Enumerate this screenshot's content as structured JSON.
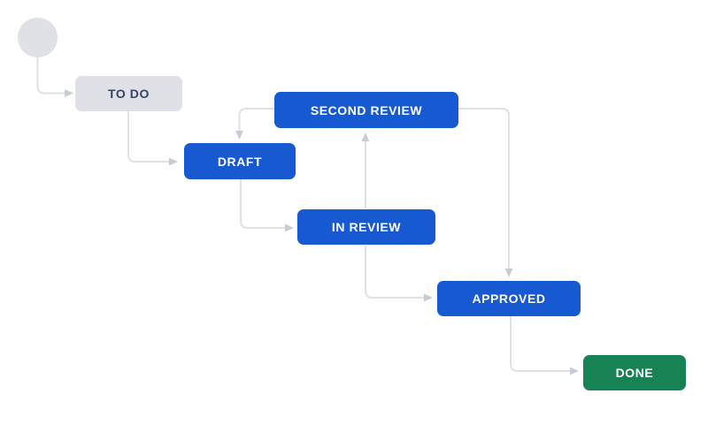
{
  "diagram": {
    "type": "workflow",
    "nodes": [
      {
        "id": "todo",
        "label": "TO DO",
        "category": "todo"
      },
      {
        "id": "draft",
        "label": "DRAFT",
        "category": "in-progress"
      },
      {
        "id": "second_review",
        "label": "SECOND REVIEW",
        "category": "in-progress"
      },
      {
        "id": "in_review",
        "label": "IN REVIEW",
        "category": "in-progress"
      },
      {
        "id": "approved",
        "label": "APPROVED",
        "category": "in-progress"
      },
      {
        "id": "done",
        "label": "DONE",
        "category": "done"
      }
    ],
    "edges": [
      {
        "from": "start",
        "to": "todo"
      },
      {
        "from": "todo",
        "to": "draft"
      },
      {
        "from": "second_review",
        "to": "draft"
      },
      {
        "from": "draft",
        "to": "in_review"
      },
      {
        "from": "in_review",
        "to": "second_review"
      },
      {
        "from": "second_review",
        "to": "approved"
      },
      {
        "from": "in_review",
        "to": "approved"
      },
      {
        "from": "approved",
        "to": "done"
      }
    ],
    "colors": {
      "canvas_bg": "#ffffff",
      "start_circle": "#dfe1e6",
      "status_todo_bg": "#dfe1e6",
      "status_todo_text": "#344563",
      "status_in_progress_bg": "#1659d0",
      "status_in_progress_text": "#ffffff",
      "status_done_bg": "#178253",
      "status_done_text": "#ffffff",
      "edge_line": "#dfe1e6",
      "edge_arrowhead": "#c6ccd4"
    }
  }
}
